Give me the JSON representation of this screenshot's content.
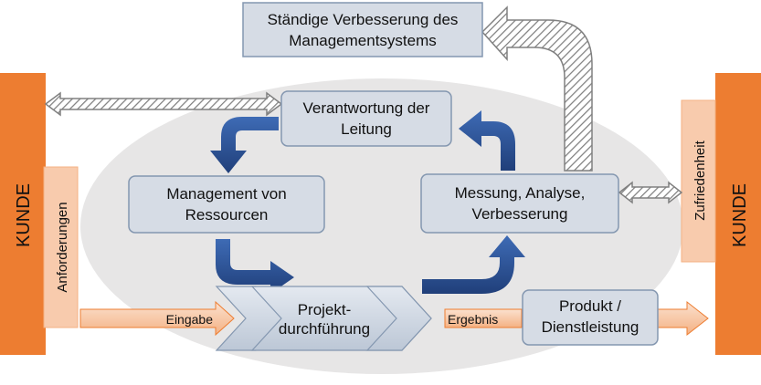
{
  "diagram": {
    "top_box": {
      "line1": "Ständige Verbesserung des",
      "line2": "Managementsystems"
    },
    "leadership": {
      "line1": "Verantwortung der",
      "line2": "Leitung"
    },
    "resources": {
      "line1": "Management von",
      "line2": "Ressourcen"
    },
    "measurement": {
      "line1": "Messung, Analyse,",
      "line2": "Verbesserung"
    },
    "project": {
      "line1": "Projekt-",
      "line2": "durchführung"
    },
    "product": {
      "line1": "Produkt /",
      "line2": "Dienstleistung"
    },
    "customer_left": "KUNDE",
    "customer_right": "KUNDE",
    "requirements": "Anforderungen",
    "satisfaction": "Zufriedenheit",
    "input_label": "Eingabe",
    "result_label": "Ergebnis"
  },
  "colors": {
    "orange": "#ED7D31",
    "light_orange": "#F8CBAD",
    "blue_arrow": "#2F5597",
    "box_fill": "#D6DCE5",
    "box_stroke": "#8497B0",
    "ellipse": "#E7E6E6"
  }
}
